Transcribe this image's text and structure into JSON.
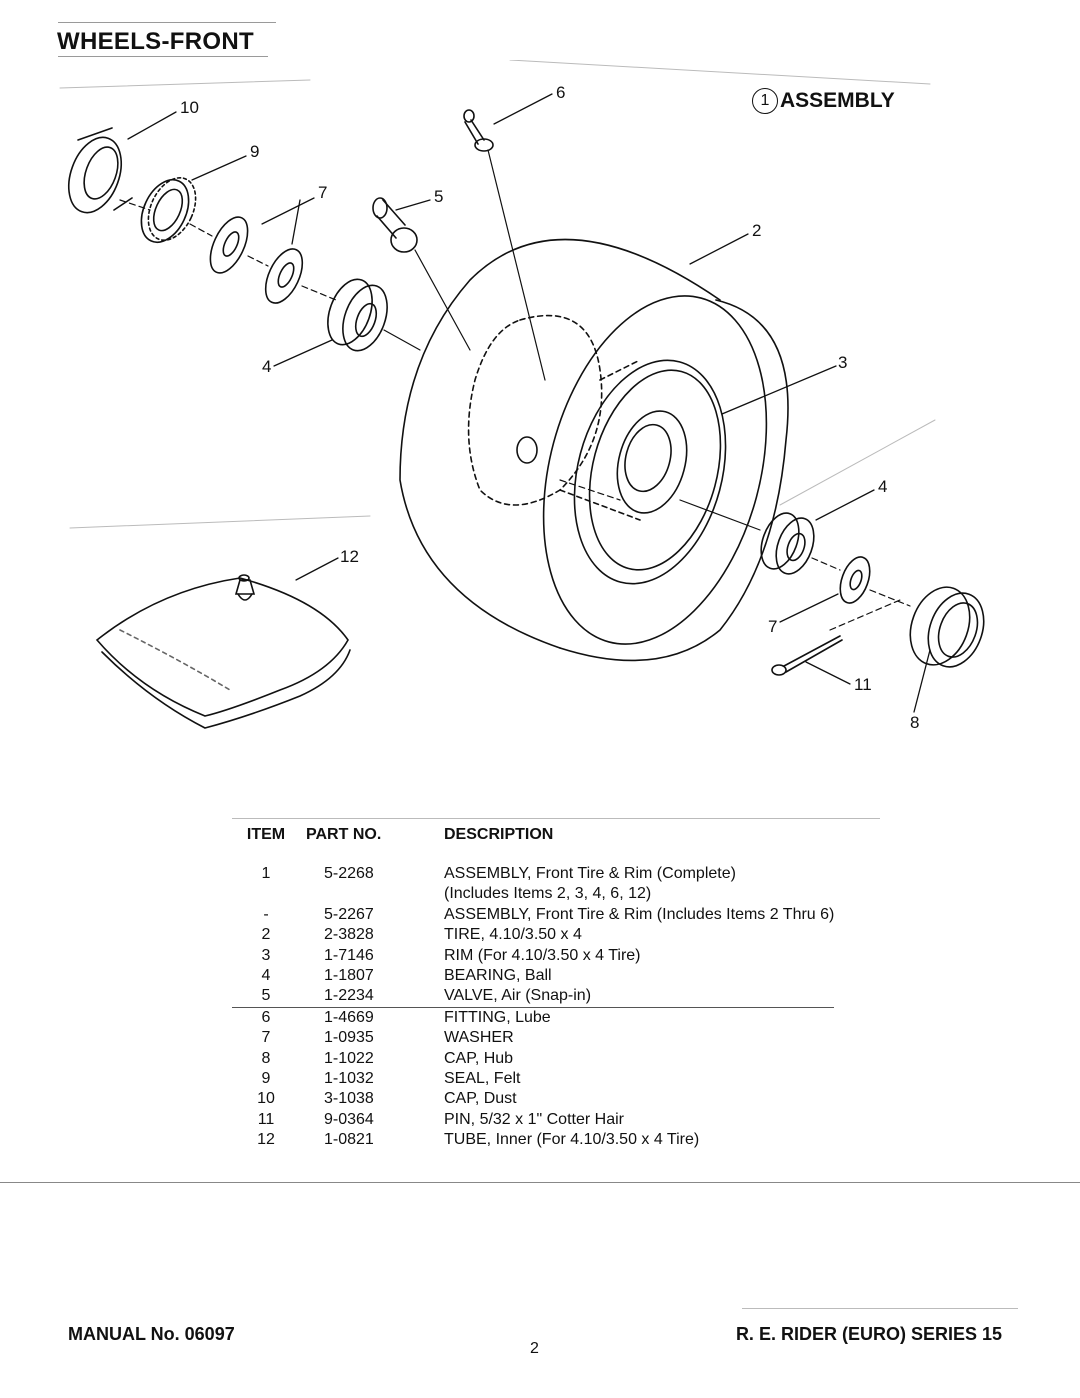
{
  "title": "WHEELS-FRONT",
  "assembly": {
    "number": "1",
    "label": "ASSEMBLY"
  },
  "callouts": [
    "10",
    "9",
    "7",
    "5",
    "6",
    "2",
    "3",
    "4",
    "4",
    "7",
    "8",
    "11",
    "12"
  ],
  "table": {
    "headers": {
      "item": "ITEM",
      "part": "PART NO.",
      "desc": "DESCRIPTION"
    },
    "rows": [
      {
        "item": "1",
        "part": "5-2268",
        "desc": "ASSEMBLY, Front Tire & Rim (Complete)"
      },
      {
        "item": "",
        "part": "",
        "desc": "(Includes Items 2, 3, 4, 6, 12)"
      },
      {
        "item": "-",
        "part": "5-2267",
        "desc": "ASSEMBLY, Front Tire & Rim (Includes Items 2 Thru 6)"
      },
      {
        "item": "2",
        "part": "2-3828",
        "desc": "TIRE, 4.10/3.50 x 4"
      },
      {
        "item": "3",
        "part": "1-7146",
        "desc": "RIM (For 4.10/3.50 x 4 Tire)"
      },
      {
        "item": "4",
        "part": "1-1807",
        "desc": "BEARING, Ball"
      },
      {
        "item": "5",
        "part": "1-2234",
        "desc": "VALVE, Air (Snap-in)"
      },
      {
        "item": "6",
        "part": "1-4669",
        "desc": "FITTING, Lube"
      },
      {
        "item": "7",
        "part": "1-0935",
        "desc": "WASHER"
      },
      {
        "item": "8",
        "part": "1-1022",
        "desc": "CAP, Hub"
      },
      {
        "item": "9",
        "part": "1-1032",
        "desc": "SEAL, Felt"
      },
      {
        "item": "10",
        "part": "3-1038",
        "desc": "CAP, Dust"
      },
      {
        "item": "11",
        "part": "9-0364",
        "desc": "PIN, 5/32 x 1\" Cotter Hair"
      },
      {
        "item": "12",
        "part": "1-0821",
        "desc": "TUBE, Inner (For 4.10/3.50 x 4 Tire)"
      }
    ]
  },
  "footer": {
    "manual": "MANUAL No. 06097",
    "series": "R. E. RIDER (EURO) SERIES 15",
    "page": "2"
  }
}
